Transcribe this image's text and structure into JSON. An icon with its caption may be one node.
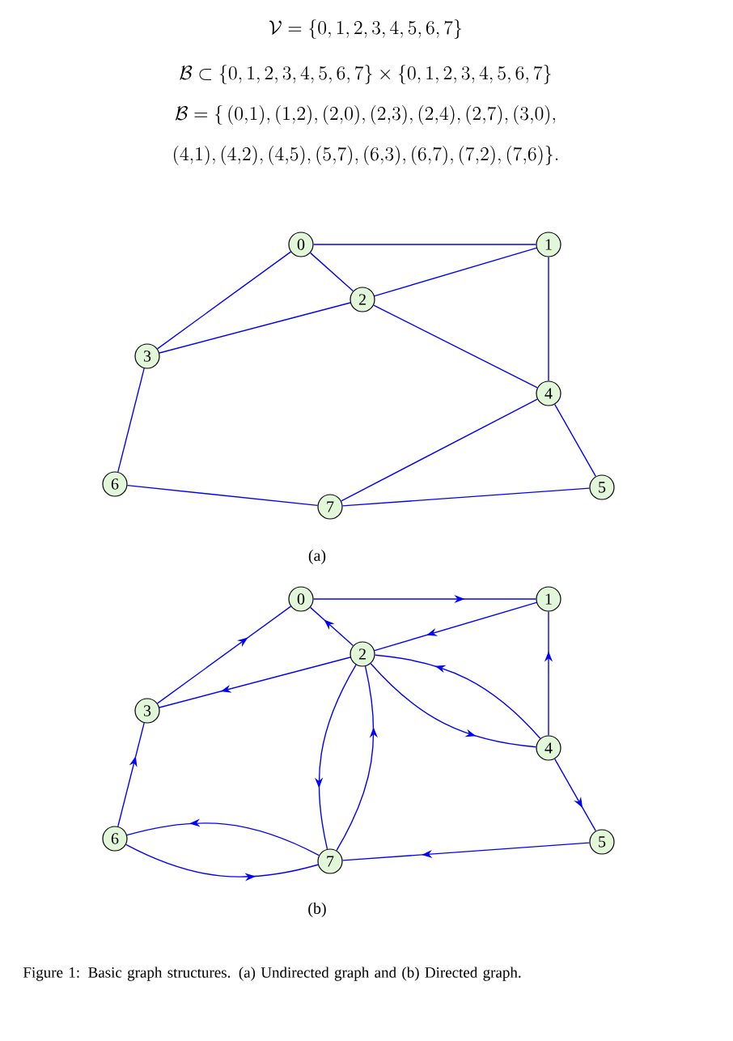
{
  "diagram": {
    "caption": "Figure 1: Basic graph structures. (a) Undirected graph and (b) Directed graph.",
    "nodes": [
      {
        "text": [
          "0"
        ]
      },
      {
        "text": [
          "1"
        ]
      },
      {
        "text": [
          "2"
        ]
      },
      {
        "text": [
          "3"
        ]
      },
      {
        "text": [
          "4"
        ]
      },
      {
        "text": [
          "5"
        ]
      },
      {
        "text": [
          "6"
        ]
      },
      {
        "text": [
          "7"
        ]
      },
      {
        "text": [
          "0"
        ]
      },
      {
        "text": [
          "1"
        ]
      },
      {
        "text": [
          "2"
        ]
      },
      {
        "text": [
          "3"
        ]
      },
      {
        "text": [
          "4"
        ]
      },
      {
        "text": [
          "5"
        ]
      },
      {
        "text": [
          "6"
        ]
      },
      {
        "text": [
          "7"
        ]
      }
    ],
    "edges": [
      {
        "from": 0,
        "to": 1,
        "arrow": "none"
      },
      {
        "from": 0,
        "to": 2,
        "arrow": "none"
      },
      {
        "from": 0,
        "to": 3,
        "arrow": "none"
      },
      {
        "from": 1,
        "to": 2,
        "arrow": "none"
      },
      {
        "from": 1,
        "to": 4,
        "arrow": "none"
      },
      {
        "from": 2,
        "to": 3,
        "arrow": "none"
      },
      {
        "from": 2,
        "to": 4,
        "arrow": "none"
      },
      {
        "from": 3,
        "to": 6,
        "arrow": "none"
      },
      {
        "from": 4,
        "to": 7,
        "arrow": "none"
      },
      {
        "from": 4,
        "to": 5,
        "arrow": "none"
      },
      {
        "from": 6,
        "to": 7,
        "arrow": "none"
      },
      {
        "from": 7,
        "to": 5,
        "arrow": "none"
      },
      {
        "from": 8,
        "to": 9,
        "arrow": "to"
      },
      {
        "from": 9,
        "to": 10,
        "arrow": "to"
      },
      {
        "from": 10,
        "to": 8,
        "arrow": "to"
      },
      {
        "from": 10,
        "to": 11,
        "arrow": "to"
      },
      {
        "from": 10,
        "to": 12,
        "arrow": "to"
      },
      {
        "from": 10,
        "to": 15,
        "arrow": "to"
      },
      {
        "from": 11,
        "to": 8,
        "arrow": "to"
      },
      {
        "from": 12,
        "to": 9,
        "arrow": "to"
      },
      {
        "from": 12,
        "to": 10,
        "arrow": "to"
      },
      {
        "from": 12,
        "to": 13,
        "arrow": "to"
      },
      {
        "from": 13,
        "to": 15,
        "arrow": "to"
      },
      {
        "from": 14,
        "to": 11,
        "arrow": "to"
      },
      {
        "from": 14,
        "to": 15,
        "arrow": "to"
      },
      {
        "from": 15,
        "to": 10,
        "arrow": "to"
      },
      {
        "from": 15,
        "to": 14,
        "arrow": "to"
      }
    ],
    "labels": [
      "\\mathcal{V} = \\{0, 1, 2, 3, 4, 5, 6, 7\\}",
      "\\mathcal{B} \\subset \\{0, 1, 2, 3, 4, 5, 6, 7\\} \\times \\{0, 1, 2, 3, 4, 5, 6, 7\\}",
      "\\mathcal{B} = \\{\\,(0{,}1),(1{,}2),(2{,}0),(2{,}3),(2{,}4),(2{,}7),(3{,}0),",
      "(4{,}1),(4{,}2),(4{,}5),(5{,}7),(6{,}3),(6{,}7),(7{,}2),(7{,}6)\\}.",
      "(a)",
      "(b)"
    ]
  }
}
